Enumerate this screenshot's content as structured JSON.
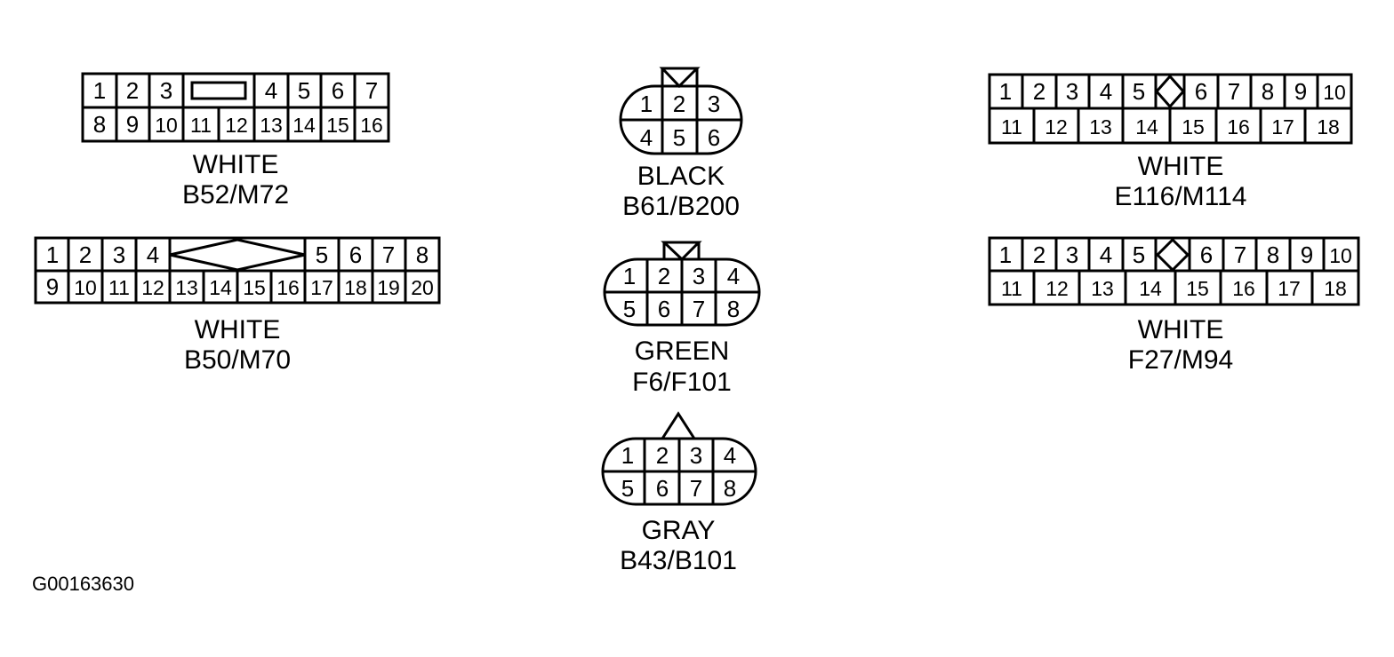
{
  "figure_id": "G00163630",
  "connectors": {
    "b52": {
      "color": "WHITE",
      "code": "B52/M72",
      "row1": [
        "1",
        "2",
        "3",
        "4",
        "5",
        "6",
        "7"
      ],
      "row2": [
        "8",
        "9",
        "10",
        "11",
        "12",
        "13",
        "14",
        "15",
        "16"
      ]
    },
    "b50": {
      "color": "WHITE",
      "code": "B50/M70",
      "row1": [
        "1",
        "2",
        "3",
        "4",
        "5",
        "6",
        "7",
        "8"
      ],
      "row2": [
        "9",
        "10",
        "11",
        "12",
        "13",
        "14",
        "15",
        "16",
        "17",
        "18",
        "19",
        "20"
      ]
    },
    "b61": {
      "color": "BLACK",
      "code": "B61/B200",
      "row1": [
        "1",
        "2",
        "3"
      ],
      "row2": [
        "4",
        "5",
        "6"
      ]
    },
    "f6": {
      "color": "GREEN",
      "code": "F6/F101",
      "row1": [
        "1",
        "2",
        "3",
        "4"
      ],
      "row2": [
        "5",
        "6",
        "7",
        "8"
      ]
    },
    "b43": {
      "color": "GRAY",
      "code": "B43/B101",
      "row1": [
        "1",
        "2",
        "3",
        "4"
      ],
      "row2": [
        "5",
        "6",
        "7",
        "8"
      ]
    },
    "e116": {
      "color": "WHITE",
      "code": "E116/M114",
      "row1": [
        "1",
        "2",
        "3",
        "4",
        "5",
        "6",
        "7",
        "8",
        "9",
        "10"
      ],
      "row2": [
        "11",
        "12",
        "13",
        "14",
        "15",
        "16",
        "17",
        "18"
      ]
    },
    "f27": {
      "color": "WHITE",
      "code": "F27/M94",
      "row1": [
        "1",
        "2",
        "3",
        "4",
        "5",
        "6",
        "7",
        "8",
        "9",
        "10"
      ],
      "row2": [
        "11",
        "12",
        "13",
        "14",
        "15",
        "16",
        "17",
        "18"
      ]
    }
  }
}
